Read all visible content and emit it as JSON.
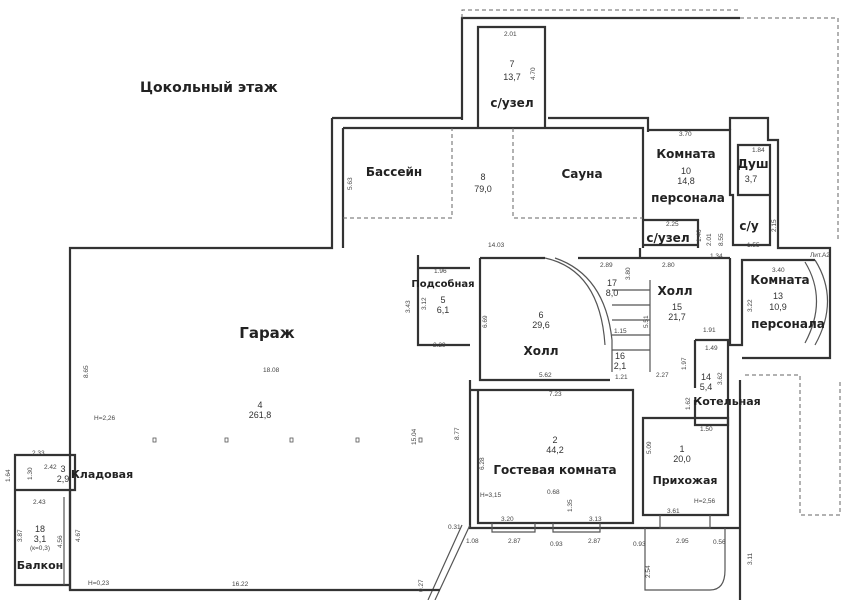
{
  "title": "Цокольный этаж",
  "lit": "Лит.А2",
  "rooms": {
    "sanuzel7": {
      "name": "с/узел",
      "number": "7",
      "area": "13,7"
    },
    "pool": {
      "name": "Бассейн"
    },
    "sauna": {
      "name": "Сауна"
    },
    "room8": {
      "number": "8",
      "area": "79,0"
    },
    "staff10": {
      "name1": "Комната",
      "name2": "персонала",
      "number": "10",
      "area": "14,8"
    },
    "shower": {
      "name": "Душ",
      "area": "3,7"
    },
    "wc": {
      "name": "с/у"
    },
    "sanuzel_small": {
      "name": "с/узел"
    },
    "podsob": {
      "name": "Подсобная",
      "number": "5",
      "area": "6,1"
    },
    "hall6": {
      "name": "Холл",
      "number": "6",
      "area": "29,6"
    },
    "stair17": {
      "number": "17",
      "area": "8,0"
    },
    "stair16": {
      "number": "16",
      "area": "2,1"
    },
    "hall15": {
      "name": "Холл",
      "number": "15",
      "area": "21,7"
    },
    "staff13": {
      "name1": "Комната",
      "name2": "персонала",
      "number": "13",
      "area": "10,9"
    },
    "boiler": {
      "name": "Котельная",
      "number": "14",
      "area": "5,4"
    },
    "garage": {
      "name": "Гараж",
      "number": "4",
      "area": "261,8"
    },
    "guest": {
      "name": "Гостевая комната",
      "number": "2",
      "area": "44,2"
    },
    "hallway": {
      "name": "Прихожая",
      "number": "1",
      "area": "20,0"
    },
    "storage": {
      "name": "Кладовая",
      "number": "3",
      "area": "2,9"
    },
    "balcony": {
      "name": "Балкон",
      "number": "18",
      "area": "3,1",
      "note": "(к=0,3)"
    }
  },
  "dims": {
    "d201": "2.01",
    "d470": "4.70",
    "d563": "5.63",
    "d1403": "14.03",
    "d370": "3.70",
    "d184": "1.84",
    "d225": "2.25",
    "d140": "1.40",
    "d201b": "2.01",
    "d855": "8.55",
    "d215": "2.15",
    "d155": "1.55",
    "d134": "1.34",
    "d289": "2.89",
    "d380": "3.80",
    "d280": "2.80",
    "d340": "3.40",
    "d322": "3.22",
    "d551": "5.51",
    "d115": "1.15",
    "d191": "1.91",
    "d149": "1.49",
    "d197": "1.97",
    "d362": "3.62",
    "d227": "2.27",
    "d121": "1.21",
    "d562": "5.62",
    "d669": "6.69",
    "d196": "1.96",
    "d343": "3.43",
    "d312": "3.12",
    "d229": "2.29",
    "d1808": "18.08",
    "d865": "8.65",
    "h226": "H=2,26",
    "d1504": "15.04",
    "d877": "8.77",
    "d723": "7.23",
    "d628": "6.28",
    "d509": "5.09",
    "d162": "1.62",
    "d150": "1.50",
    "h315": "H=3,15",
    "d068": "0.68",
    "d135": "1.35",
    "d320": "3.20",
    "d313": "3.13",
    "h256": "H=2,56",
    "d361": "3.61",
    "d031": "0.31",
    "d108": "1.08",
    "d287a": "2.87",
    "d093a": "0.93",
    "d287b": "2.87",
    "d093b": "0.93",
    "d295": "2.95",
    "d056": "0.56",
    "d311": "3.11",
    "d254": "2.54",
    "d027": "0.27",
    "d233": "2.33",
    "d242": "2.42",
    "d130": "1.30",
    "d164": "1.64",
    "d243": "2.43",
    "d387": "3.87",
    "d456": "4.56",
    "d467": "4.67",
    "h023": "H=0,23",
    "d1622": "16.22"
  }
}
